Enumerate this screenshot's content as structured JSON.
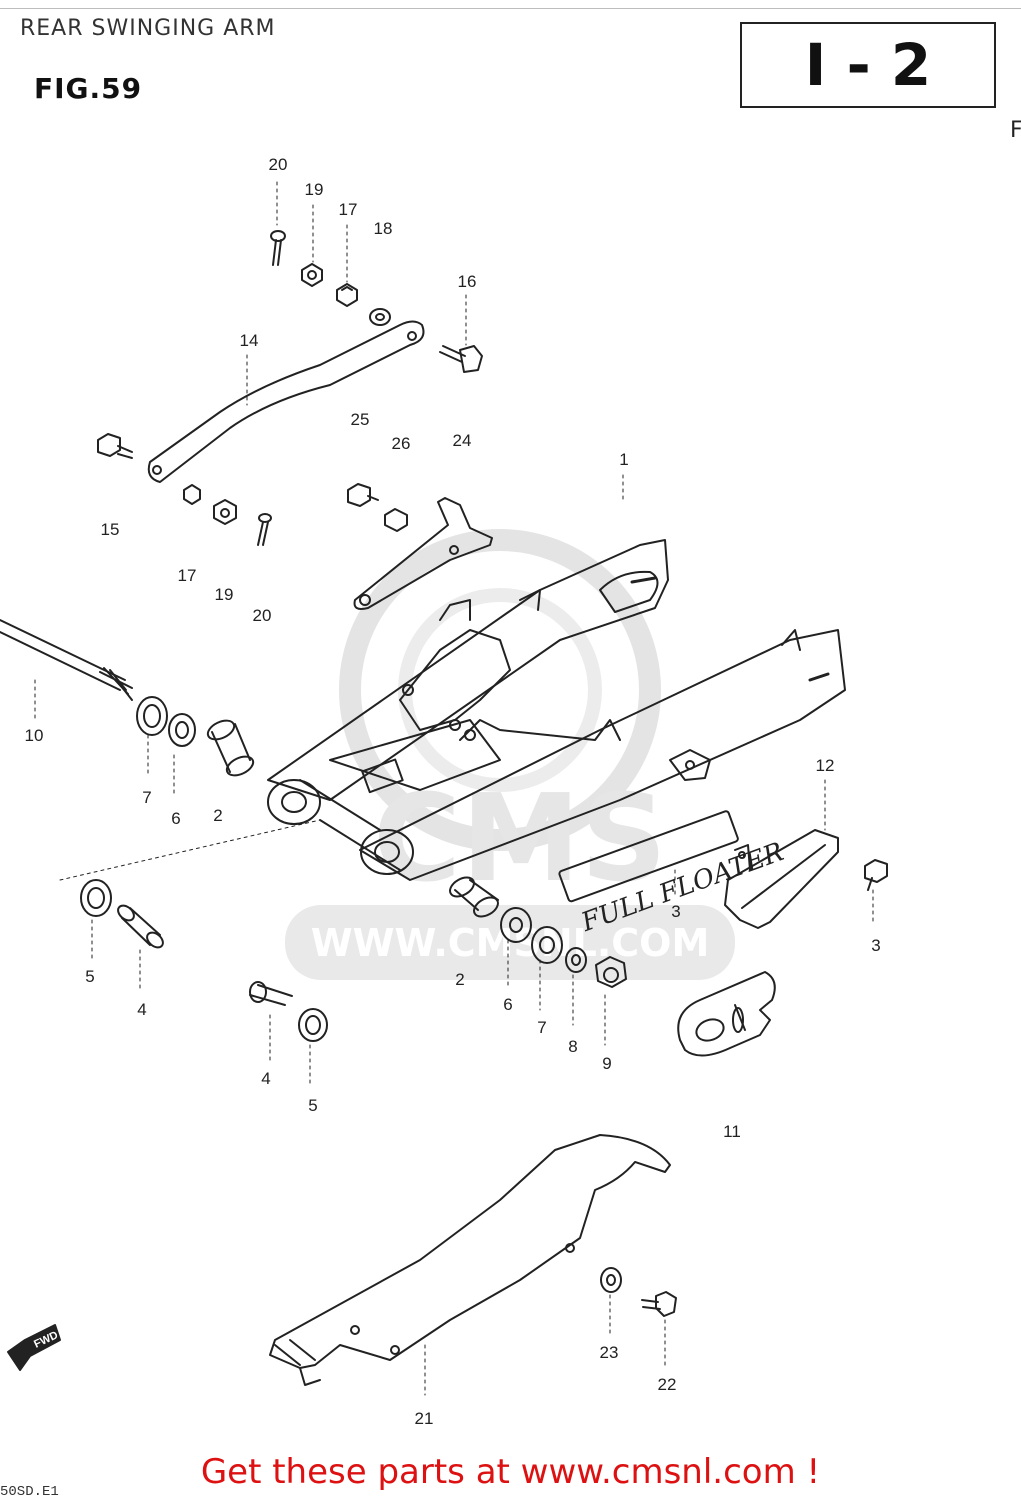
{
  "header": {
    "title": "REAR SWINGING ARM",
    "figure": "FIG.59",
    "section": "I - 2",
    "edge_mark": "F"
  },
  "diagram": {
    "callouts": {
      "c1": "1",
      "c2a": "2",
      "c2b": "2",
      "c3a": "3",
      "c3b": "3",
      "c4a": "4",
      "c4b": "4",
      "c5a": "5",
      "c5b": "5",
      "c6a": "6",
      "c6b": "6",
      "c7a": "7",
      "c7b": "7",
      "c8": "8",
      "c9": "9",
      "c10": "10",
      "c11": "11",
      "c12": "12",
      "c14": "14",
      "c15": "15",
      "c16": "16",
      "c17a": "17",
      "c17b": "17",
      "c18": "18",
      "c19a": "19",
      "c19b": "19",
      "c20a": "20",
      "c20b": "20",
      "c21": "21",
      "c22": "22",
      "c23": "23",
      "c24": "24",
      "c25": "25",
      "c26": "26"
    },
    "decal_text": "FULL FLOATER",
    "fwd_label": "FWD",
    "watermark": {
      "brand": "CMS",
      "url": "WWW.CMSNL.COM",
      "color": "#e2e2e2"
    }
  },
  "footer": {
    "link_text": "Get these parts at www.cmsnl.com !",
    "link_color": "#dd1111",
    "code": "50SD.E1"
  }
}
